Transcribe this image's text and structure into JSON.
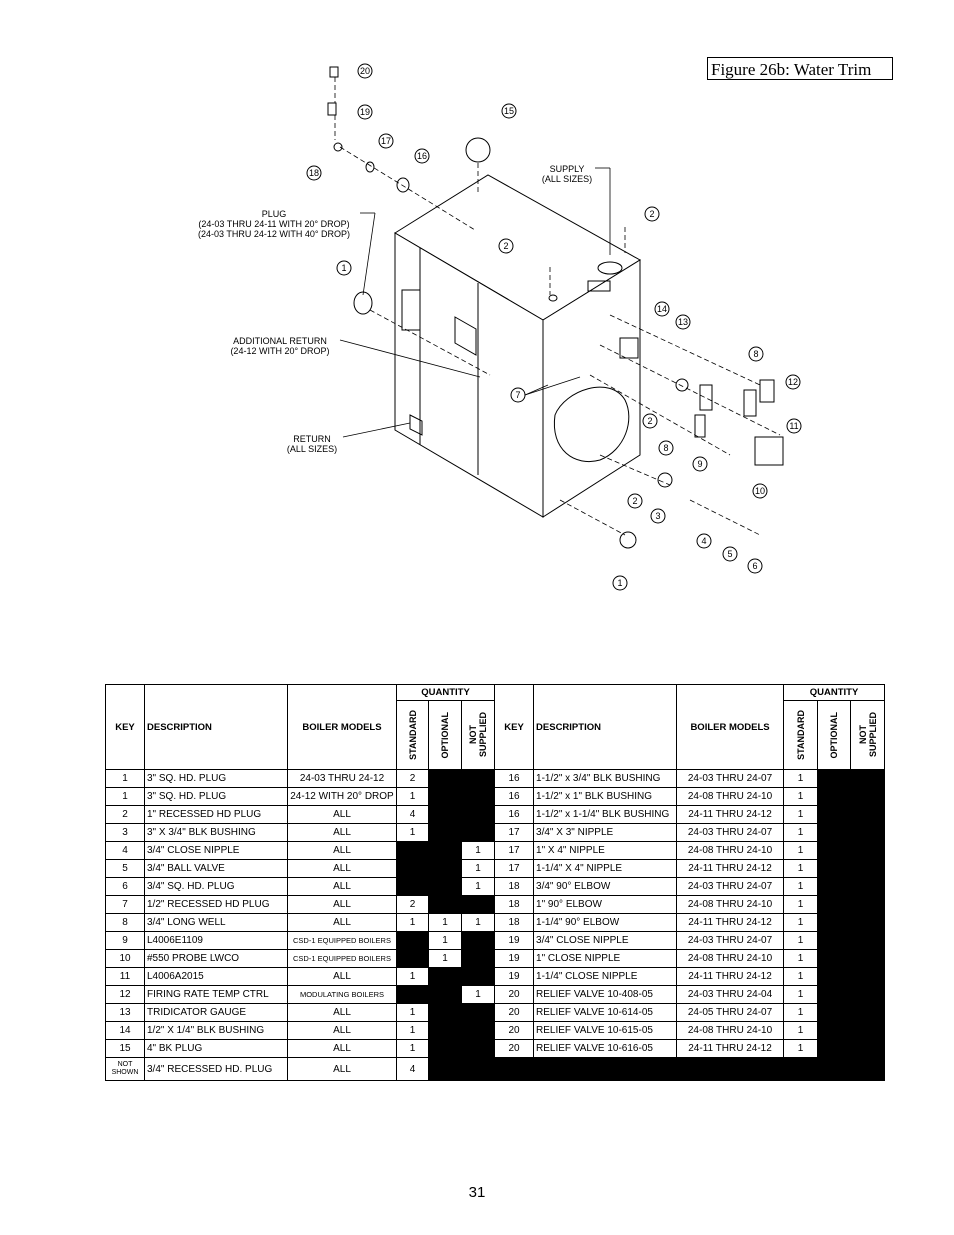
{
  "figure_title": "Figure 26b: Water Trim",
  "diagram": {
    "labels": {
      "supply": [
        "SUPPLY",
        "(ALL SIZES)"
      ],
      "plug": [
        "PLUG",
        "(24-03 THRU 24-11 WITH 20° DROP)",
        "(24-03 THRU 24-12 WITH 40° DROP)"
      ],
      "additional_return": [
        "ADDITIONAL RETURN",
        "(24-12 WITH 20° DROP)"
      ],
      "return": [
        "RETURN",
        "(ALL SIZES)"
      ]
    },
    "callouts": [
      "20",
      "19",
      "17",
      "16",
      "18",
      "15",
      "2",
      "2",
      "1",
      "14",
      "13",
      "8",
      "12",
      "7",
      "11",
      "2",
      "8",
      "9",
      "10",
      "2",
      "3",
      "4",
      "5",
      "6",
      "1"
    ]
  },
  "table": {
    "quantity_label": "QUANTITY",
    "headers": {
      "key": "KEY",
      "description": "DESCRIPTION",
      "boiler_models": "BOILER MODELS",
      "standard": "STANDARD",
      "optional": "OPTIONAL",
      "not_supplied": "NOT\nSUPPLIED"
    },
    "left_rows": [
      {
        "key": "1",
        "desc": "3\" SQ. HD. PLUG",
        "models": "24-03 THRU 24-12",
        "std": "2",
        "opt": "",
        "ns": "",
        "blk": [
          false,
          true,
          true
        ]
      },
      {
        "key": "1",
        "desc": "3\" SQ. HD. PLUG",
        "models": "24-12 WITH 20° DROP",
        "std": "1",
        "opt": "",
        "ns": "",
        "blk": [
          false,
          true,
          true
        ]
      },
      {
        "key": "2",
        "desc": "1\" RECESSED HD PLUG",
        "models": "ALL",
        "std": "4",
        "opt": "",
        "ns": "",
        "blk": [
          false,
          true,
          true
        ]
      },
      {
        "key": "3",
        "desc": "3\" X 3/4\" BLK BUSHING",
        "models": "ALL",
        "std": "1",
        "opt": "",
        "ns": "",
        "blk": [
          false,
          true,
          true
        ]
      },
      {
        "key": "4",
        "desc": "3/4\" CLOSE NIPPLE",
        "models": "ALL",
        "std": "",
        "opt": "",
        "ns": "1",
        "blk": [
          true,
          true,
          false
        ]
      },
      {
        "key": "5",
        "desc": "3/4\" BALL VALVE",
        "models": "ALL",
        "std": "",
        "opt": "",
        "ns": "1",
        "blk": [
          true,
          true,
          false
        ]
      },
      {
        "key": "6",
        "desc": "3/4\" SQ. HD. PLUG",
        "models": "ALL",
        "std": "",
        "opt": "",
        "ns": "1",
        "blk": [
          true,
          true,
          false
        ]
      },
      {
        "key": "7",
        "desc": "1/2\" RECESSED HD PLUG",
        "models": "ALL",
        "std": "2",
        "opt": "",
        "ns": "",
        "blk": [
          false,
          true,
          true
        ]
      },
      {
        "key": "8",
        "desc": "3/4\" LONG WELL",
        "models": "ALL",
        "std": "1",
        "opt": "1",
        "ns": "1",
        "blk": [
          false,
          false,
          false
        ]
      },
      {
        "key": "9",
        "desc": "L4006E1109",
        "models": "CSD-1 EQUIPPED BOILERS",
        "small": true,
        "std": "",
        "opt": "1",
        "ns": "",
        "blk": [
          true,
          false,
          true
        ]
      },
      {
        "key": "10",
        "desc": "#550 PROBE LWCO",
        "models": "CSD-1 EQUIPPED BOILERS",
        "small": true,
        "std": "",
        "opt": "1",
        "ns": "",
        "blk": [
          true,
          false,
          true
        ]
      },
      {
        "key": "11",
        "desc": "L4006A2015",
        "models": "ALL",
        "std": "1",
        "opt": "",
        "ns": "",
        "blk": [
          false,
          true,
          true
        ]
      },
      {
        "key": "12",
        "desc": "FIRING RATE TEMP CTRL",
        "models": "MODULATING BOILERS",
        "small": true,
        "std": "",
        "opt": "",
        "ns": "1",
        "blk": [
          true,
          true,
          false
        ]
      },
      {
        "key": "13",
        "desc": "TRIDICATOR GAUGE",
        "models": "ALL",
        "std": "1",
        "opt": "",
        "ns": "",
        "blk": [
          false,
          true,
          true
        ]
      },
      {
        "key": "14",
        "desc": "1/2\" X 1/4\" BLK BUSHING",
        "models": "ALL",
        "std": "1",
        "opt": "",
        "ns": "",
        "blk": [
          false,
          true,
          true
        ]
      },
      {
        "key": "15",
        "desc": "4\" BK PLUG",
        "models": "ALL",
        "std": "1",
        "opt": "",
        "ns": "",
        "blk": [
          false,
          true,
          true
        ]
      },
      {
        "key": "NOT\nSHOWN",
        "desc": "3/4\" RECESSED HD. PLUG",
        "models": "ALL",
        "std": "4",
        "opt": "",
        "ns": "",
        "blk": [
          false,
          true,
          true
        ],
        "tall": true
      }
    ],
    "right_rows": [
      {
        "key": "16",
        "desc": "1-1/2\" x 3/4\" BLK BUSHING",
        "models": "24-03 THRU 24-07",
        "std": "1"
      },
      {
        "key": "16",
        "desc": "1-1/2\" x 1\" BLK BUSHING",
        "models": "24-08 THRU 24-10",
        "std": "1"
      },
      {
        "key": "16",
        "desc": "1-1/2\" x 1-1/4\" BLK BUSHING",
        "models": "24-11 THRU 24-12",
        "std": "1"
      },
      {
        "key": "17",
        "desc": "3/4\" X 3\" NIPPLE",
        "models": "24-03 THRU 24-07",
        "std": "1"
      },
      {
        "key": "17",
        "desc": "1\" X 4\" NIPPLE",
        "models": "24-08 THRU 24-10",
        "std": "1"
      },
      {
        "key": "17",
        "desc": "1-1/4\" X 4\" NIPPLE",
        "models": "24-11 THRU 24-12",
        "std": "1"
      },
      {
        "key": "18",
        "desc": "3/4\" 90° ELBOW",
        "models": "24-03 THRU 24-07",
        "std": "1"
      },
      {
        "key": "18",
        "desc": "1\" 90° ELBOW",
        "models": "24-08 THRU 24-10",
        "std": "1"
      },
      {
        "key": "18",
        "desc": "1-1/4\" 90° ELBOW",
        "models": "24-11 THRU 24-12",
        "std": "1"
      },
      {
        "key": "19",
        "desc": "3/4\" CLOSE NIPPLE",
        "models": "24-03 THRU 24-07",
        "std": "1"
      },
      {
        "key": "19",
        "desc": "1\" CLOSE NIPPLE",
        "models": "24-08 THRU 24-10",
        "std": "1"
      },
      {
        "key": "19",
        "desc": "1-1/4\" CLOSE NIPPLE",
        "models": "24-11 THRU 24-12",
        "std": "1"
      },
      {
        "key": "20",
        "desc": "RELIEF VALVE 10-408-05",
        "models": "24-03 THRU 24-04",
        "std": "1"
      },
      {
        "key": "20",
        "desc": "RELIEF VALVE 10-614-05",
        "models": "24-05 THRU 24-07",
        "std": "1"
      },
      {
        "key": "20",
        "desc": "RELIEF VALVE 10-615-05",
        "models": "24-08 THRU 24-10",
        "std": "1"
      },
      {
        "key": "20",
        "desc": "RELIEF VALVE 10-616-05",
        "models": "24-11 THRU 24-12",
        "std": "1"
      }
    ]
  },
  "page_number": "31"
}
